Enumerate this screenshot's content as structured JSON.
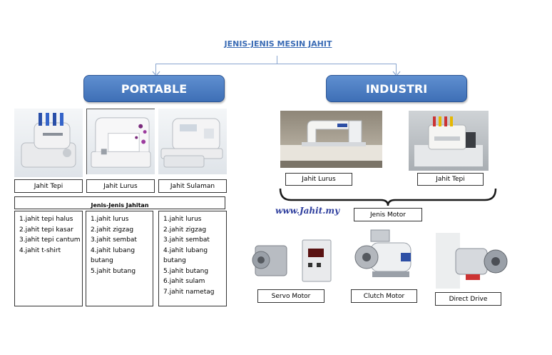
{
  "title": "JENIS-JENIS MESIN JAHIT",
  "categories": {
    "portable": "PORTABLE",
    "industri": "INDUSTRI"
  },
  "portable": {
    "machines": [
      {
        "label": "Jahit Tepi",
        "icon": "overlock-machine-icon"
      },
      {
        "label": "Jahit Lurus",
        "icon": "sewing-machine-icon"
      },
      {
        "label": "Jahit Sulaman",
        "icon": "embroidery-machine-icon"
      }
    ],
    "types_header": "Jenis-Jenis  Jahitan",
    "lists": [
      [
        "1.jahit tepi  halus",
        "2.jahit tepi  kasar",
        "3.jahit tepi  cantum",
        "4.jahit  t-shirt"
      ],
      [
        "1.jahit  lurus",
        "2.jahit  zigzag",
        "3.jahit  sembat",
        "4.jahit  lubang",
        "butang",
        "5.jahit  butang"
      ],
      [
        "1.jahit  lurus",
        "2.jahit  zigzag",
        "3.jahit  sembat",
        "4.jahit  lubang",
        "butang",
        "5.jahit  butang",
        "6.jahit  sulam",
        "7.jahit  nametag"
      ]
    ]
  },
  "industri": {
    "machines": [
      {
        "label": "Jahit Lurus",
        "icon": "industrial-sewing-machine-icon"
      },
      {
        "label": "Jahit Tepi",
        "icon": "industrial-overlock-icon"
      }
    ],
    "motor_header": "Jenis  Motor",
    "motors": [
      {
        "label": "Servo Motor",
        "icon": "servo-motor-icon"
      },
      {
        "label": "Clutch Motor",
        "icon": "clutch-motor-icon"
      },
      {
        "label": "Direct Drive",
        "icon": "direct-drive-motor-icon"
      }
    ]
  },
  "watermark": "www.Jahit.my",
  "colors": {
    "category_fill": "#4a7cc1",
    "title_text": "#3b6cb5",
    "connector": "#8aa6cf",
    "watermark": "#2f3f9e"
  }
}
